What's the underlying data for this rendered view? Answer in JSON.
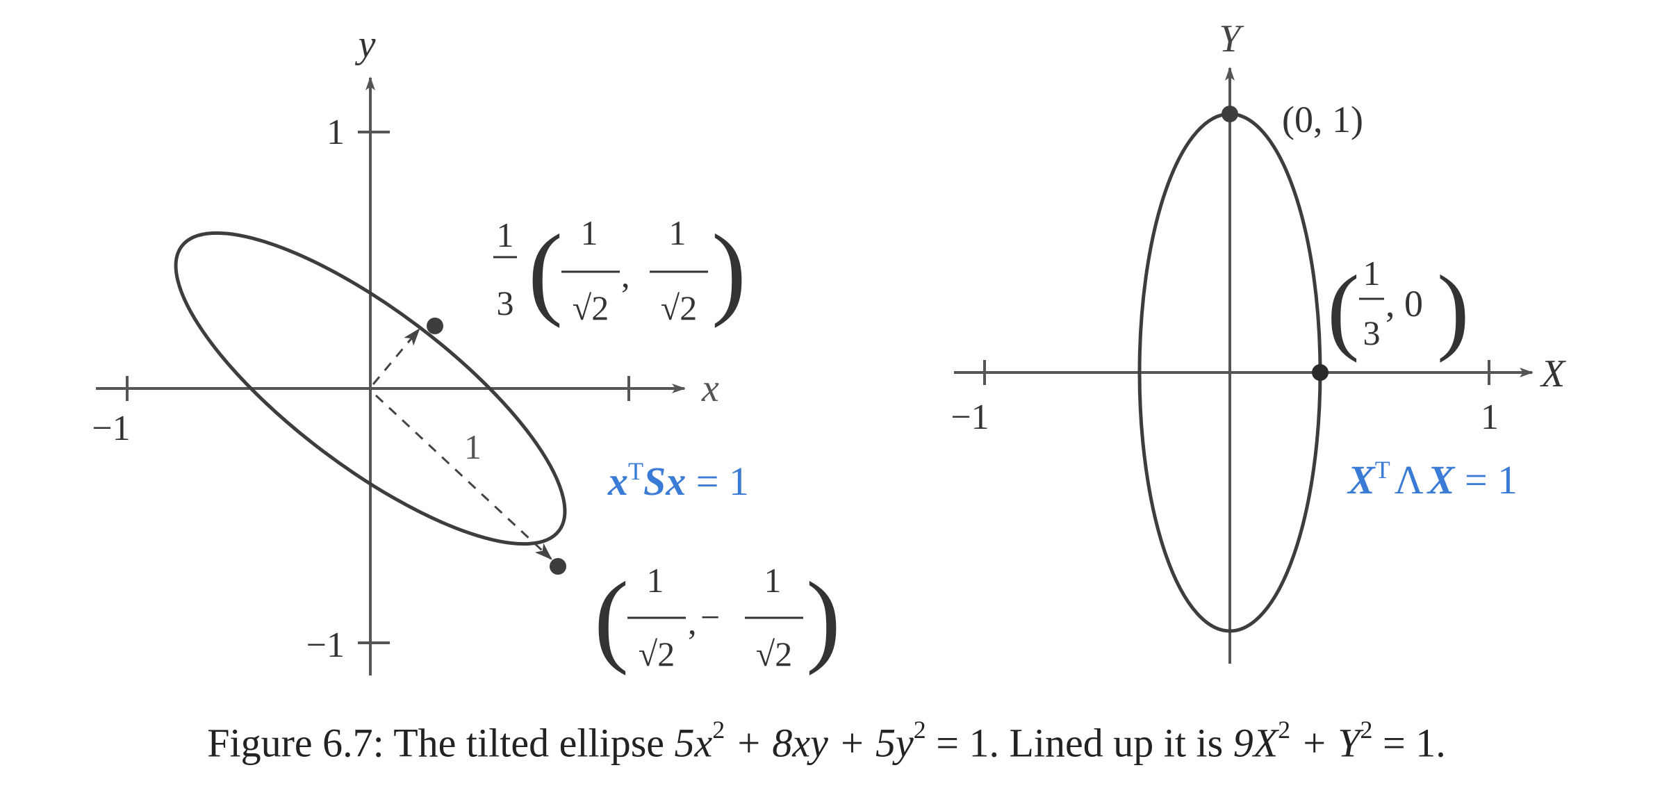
{
  "left_plot": {
    "x_axis_label": "x",
    "y_axis_label": "y",
    "tick_x_neg": "−1",
    "tick_y_pos": "1",
    "tick_y_neg": "−1",
    "point_a": {
      "coef_num": "1",
      "coef_den": "3",
      "x_num": "1",
      "x_den": "√2",
      "y_num": "1",
      "y_den": "√2"
    },
    "point_b": {
      "x_num": "1",
      "x_den": "√2",
      "y_sign": "−",
      "y_num": "1",
      "y_den": "√2"
    },
    "arrow_label": "1",
    "equation": {
      "x1": "x",
      "sup": "T",
      "S": "S",
      "x2": "x",
      "rhs": " = 1"
    },
    "colors": {
      "equation": "#3a7bd5",
      "curve": "#3d3d3d"
    }
  },
  "right_plot": {
    "x_axis_label": "X",
    "y_axis_label": "Y",
    "tick_x_neg": "−1",
    "tick_x_pos": "1",
    "point_top": "(0, 1)",
    "point_right": {
      "num": "1",
      "den": "3",
      "rest": ", 0"
    },
    "equation": {
      "X1": "X",
      "sup": "T",
      "Lambda": "Λ",
      "X2": "X",
      "rhs": " = 1"
    },
    "colors": {
      "equation": "#3a7bd5",
      "curve": "#3d3d3d"
    }
  },
  "caption": {
    "prefix": "Figure 6.7: The tilted ellipse ",
    "eq1_a": "5x",
    "eq1_a_sup": "2",
    "eq1_b": " + 8xy + 5y",
    "eq1_b_sup": "2",
    "eq1_c": " = 1",
    "middle": ". Lined up it is ",
    "eq2_a": "9X",
    "eq2_a_sup": "2",
    "eq2_b": " + Y",
    "eq2_b_sup": "2",
    "eq2_c": " = 1",
    "suffix": "."
  }
}
